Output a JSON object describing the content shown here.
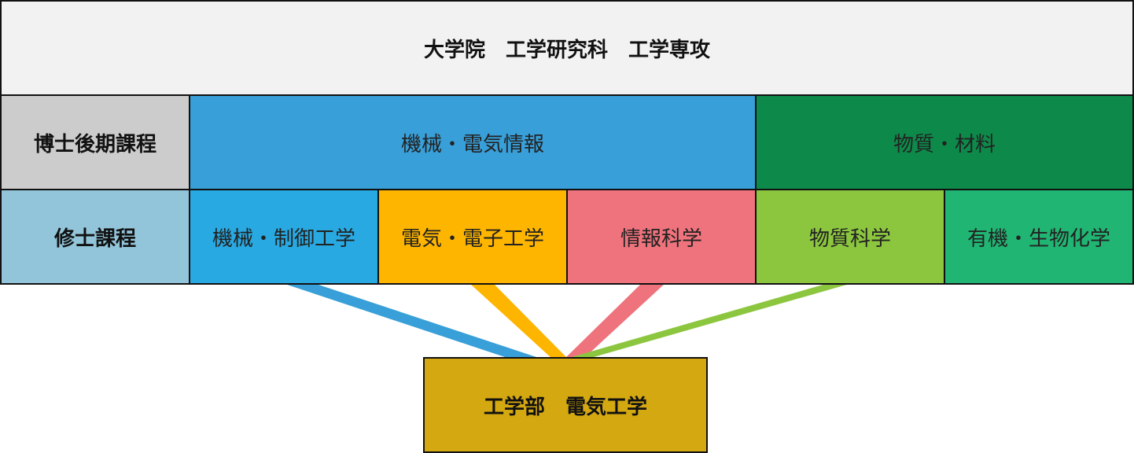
{
  "header": {
    "title": "大学院　工学研究科　工学専攻"
  },
  "doctoral": {
    "label": "博士後期課程",
    "programs": [
      {
        "name": "機械・電気情報",
        "color": "#389fd8"
      },
      {
        "name": "物質・材料",
        "color": "#0d8a4a"
      }
    ]
  },
  "masters": {
    "label": "修士課程",
    "programs": [
      {
        "name": "機械・制御工学",
        "color": "#28a9e1"
      },
      {
        "name": "電気・電子工学",
        "color": "#feb500"
      },
      {
        "name": "情報科学",
        "color": "#ee737c"
      },
      {
        "name": "物質科学",
        "color": "#8cc63f"
      },
      {
        "name": "有機・生物化学",
        "color": "#21b573"
      }
    ]
  },
  "undergrad": {
    "label": "工学部　電気工学",
    "color": "#d4a811"
  },
  "connectors": [
    {
      "color": "#389fd8"
    },
    {
      "color": "#feb500"
    },
    {
      "color": "#ee737c"
    },
    {
      "color": "#8cc63f"
    }
  ],
  "colors": {
    "header_bg": "#f2f2f2",
    "doctoral_label_bg": "#cccccc",
    "masters_label_bg": "#92c5da"
  }
}
